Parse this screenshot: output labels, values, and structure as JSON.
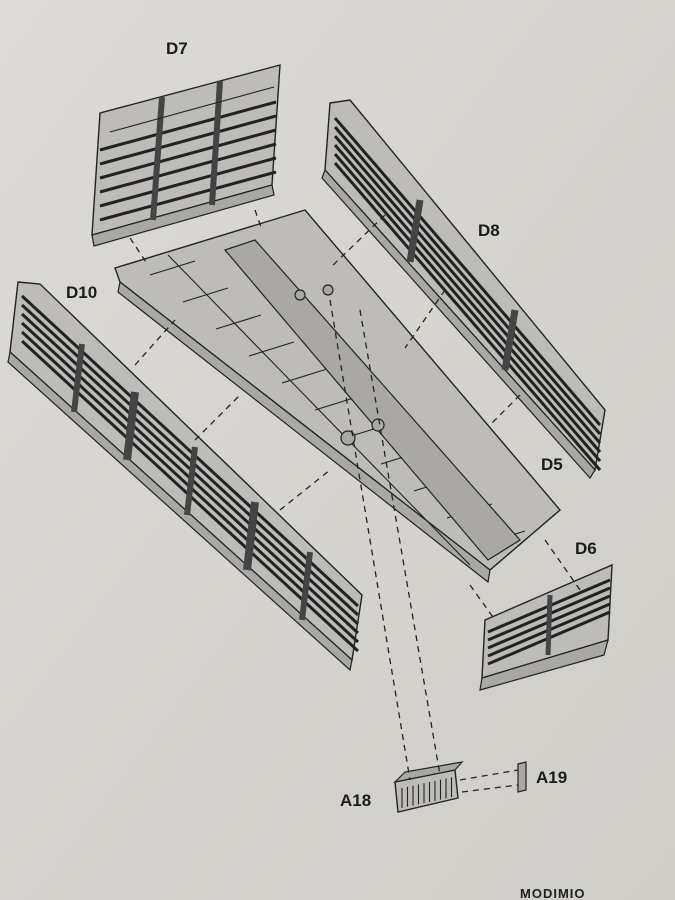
{
  "parts": {
    "d7": "D7",
    "d8": "D8",
    "d10": "D10",
    "d5": "D5",
    "d6": "D6",
    "a18": "A18",
    "a19": "A19"
  },
  "brand": "MODIMIO"
}
